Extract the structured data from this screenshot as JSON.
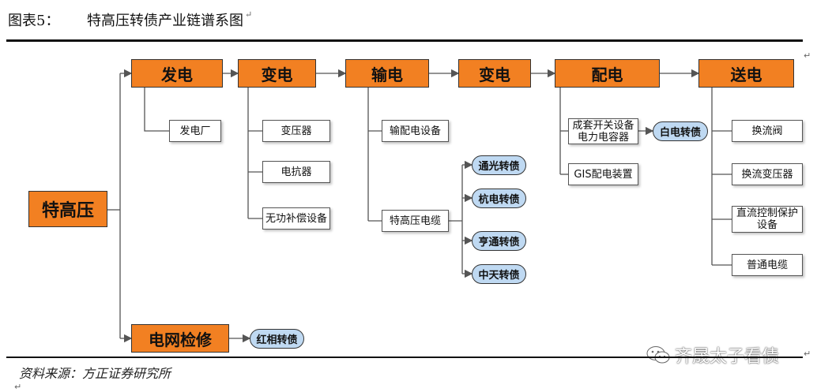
{
  "header": {
    "figure_label": "图表5：",
    "title": "特高压转债产业链谱系图"
  },
  "source": "资料来源：方正证券研究所",
  "watermark": "齐晟太子看债",
  "colors": {
    "orange": "#F28022",
    "blue": "#BFD9F2",
    "line": "#555555"
  },
  "diagram": {
    "root": "特高压",
    "stages": [
      "发电",
      "变电",
      "输电",
      "变电",
      "配电",
      "送电"
    ],
    "maintenance": "电网检修",
    "fadian_items": [
      "发电厂"
    ],
    "biandian_items": [
      "变压器",
      "电抗器",
      "无功补偿设备"
    ],
    "shudian_items": [
      "输配电设备",
      "特高压电缆"
    ],
    "cable_bonds": [
      "通光转债",
      "杭电转债",
      "亨通转债",
      "中天转债"
    ],
    "peidian_items": [
      "成套开关设备\n电力电容器",
      "GIS配电装置"
    ],
    "peidian_bond": "白电转债",
    "songdian_items": [
      "换流阀",
      "换流变压器",
      "直流控制保护\n设备",
      "普通电缆"
    ],
    "maintenance_bond": "红相转债"
  }
}
